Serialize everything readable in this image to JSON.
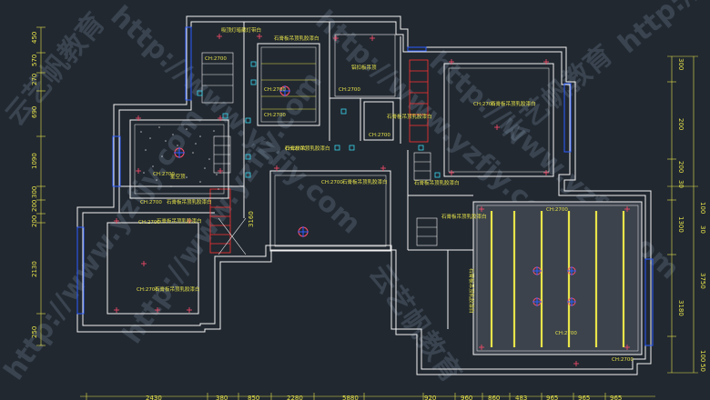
{
  "colors": {
    "background": "#212830",
    "wall": "#f2f2f2",
    "dimension": "#e8e44a",
    "annotation": "#39d6f0",
    "light_marker": "#ff4d6d",
    "window": "#2a5bff",
    "staircase": "#ff3333"
  },
  "dims": {
    "left": [
      "450",
      "570",
      "270",
      "690",
      "1090",
      "300",
      "200",
      "200",
      "2130",
      "250"
    ],
    "right": [
      "300",
      "200",
      "200",
      "30",
      "100",
      "1300",
      "30",
      "3750",
      "3180",
      "100",
      "50"
    ],
    "bottom": [
      "2430",
      "380",
      "850",
      "2280",
      "5880",
      "920",
      "960",
      "860",
      "483",
      "965",
      "965",
      "965"
    ],
    "mid": [
      "3160"
    ]
  },
  "rooms": {
    "top_corridor": "吸顶灯暗藏灯带白",
    "bath": "石膏板吊顶乳胶漆白",
    "kitchen": "铝扣板吊顶",
    "living": "石膏板吊顶乳胶漆白",
    "dining": "石膏板吊顶乳胶漆白",
    "hall": "石膏板吊顶乳胶漆白",
    "bedroom_left": "石膏板吊顶乳胶漆白",
    "bedroom_right_upper": "石膏板吊顶乳胶漆白",
    "balcony": "石膏板吊顶乳胶漆白",
    "small_room": "石膏板吊顶乳胶漆白",
    "star_room": "星空顶",
    "star_room_sub": "石膏板吊顶乳胶漆白",
    "ch_label": "CH:2700"
  },
  "watermark": {
    "url": "http://www.yzfjy.com",
    "brand": "云艺帆教育"
  }
}
